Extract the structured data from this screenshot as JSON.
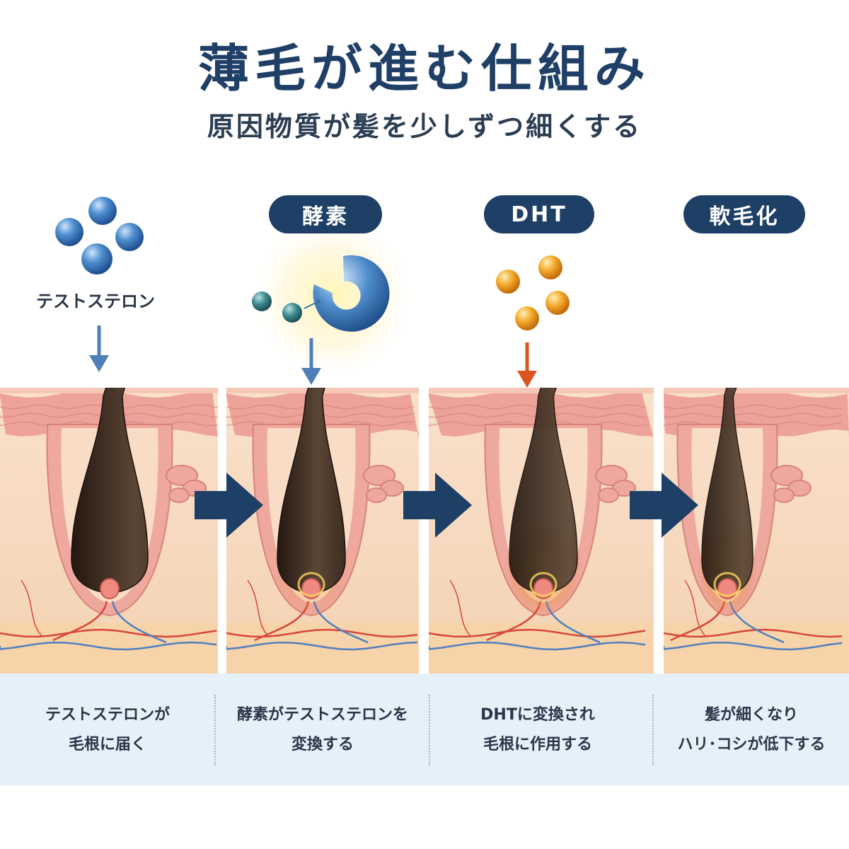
{
  "header": {
    "title": "薄毛が進む仕組み",
    "subtitle": "原因物質が髪を少しずつ細くする"
  },
  "labels": {
    "testosterone": "テストステロン",
    "stage2": "酵素",
    "stage3": "DHT",
    "stage4": "軟毛化"
  },
  "captions": [
    {
      "line1": "テストステロンが",
      "line2": "毛根に届く"
    },
    {
      "line1": "酵素がテストステロンを",
      "line2": "変換する"
    },
    {
      "line1": "DHTに変換され",
      "line2": "毛根に作用する"
    },
    {
      "line1": "髪が細くなり",
      "line2": "ハリ･コシが低下する"
    }
  ],
  "colors": {
    "navy": "#1e3f66",
    "skin": "#f7dcc4",
    "epidermis": "#eaa19a",
    "testosterone_blue": "#3f7fc3",
    "dht_orange": "#f0a020",
    "hair": "#3a2a1e"
  }
}
